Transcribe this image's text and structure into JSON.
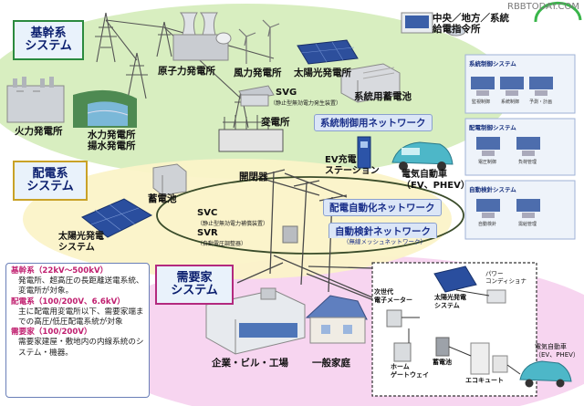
{
  "watermark": "RBBTODAY.COM",
  "section_tags": {
    "trunk": "基幹系\nシステム",
    "distribution": "配電系\nシステム",
    "consumer": "需要家\nシステム"
  },
  "facilities": {
    "nuclear": "原子力発電所",
    "wind": "風力発電所",
    "solar_top": "太陽光発電所",
    "thermal": "火力発電所",
    "hydro": "水力発電所\n揚水発電所",
    "grid_battery": "系統用蓄電池",
    "substation": "変電所",
    "svg": "SVG",
    "svg_sub": "（静止型無効電力発生装置）",
    "control_center": "中央／地方／系統\n給電指令所",
    "switchgear": "開閉器",
    "ev_station": "EV充電\nステーション",
    "ev": "電気自動車\n（EV、PHEV）",
    "battery": "蓄電池",
    "solar_dist": "太陽光発電\nシステム",
    "svc": "SVC",
    "svc_sub": "（静止型無効電力補償装置）",
    "svr": "SVR",
    "svr_sub": "（自動電圧調整器）",
    "enterprise": "企業・ビル・工場",
    "household": "一般家庭"
  },
  "networks": {
    "grid_control": "系統制御用ネットワーク",
    "dist_automation": "配電自動化ネットワーク",
    "auto_metering": "自動検針ネットワーク",
    "auto_metering_sub": "（無線メッシュネットワーク）"
  },
  "side_panels": [
    {
      "title": "系統制御システム",
      "labels": [
        "監視制御",
        "系統制御",
        "予測・計画"
      ]
    },
    {
      "title": "配電制御システム",
      "labels": [
        "電圧制御",
        "負荷管理"
      ]
    },
    {
      "title": "自動検針システム",
      "labels": [
        "自動検針",
        "需給管理"
      ]
    }
  ],
  "home_box": {
    "meter": "次世代\n電子メーター",
    "solar": "太陽光発電\nシステム",
    "pcs": "パワー\nコンディショナ",
    "gateway": "ホーム\nゲートウェイ",
    "battery": "蓄電池",
    "ecocute": "エコキュート",
    "ev": "電気自動車\n（EV、PHEV）"
  },
  "legend": [
    {
      "heading": "基幹系（22kV～500kV）",
      "body": "発電所、超高圧の長距離送電系統、変電所が対象。"
    },
    {
      "heading": "配電系（100/200V、6.6kV）",
      "body": "主に配電用変電所以下、需要家端までの高圧/低圧配電系統が対象"
    },
    {
      "heading": "需要家（100/200V）",
      "body": "需要家建屋・敷地内の内線系統のシステム・機器。"
    }
  ],
  "colors": {
    "trunk_zone": "#d4ecb9",
    "distribution_zone": "#fbf3c8",
    "consumer_zone": "#f7d3ef",
    "tag_bg": "#e9f2fb",
    "net_pill": "#dbe6f7",
    "accent_pink": "#c02070"
  }
}
